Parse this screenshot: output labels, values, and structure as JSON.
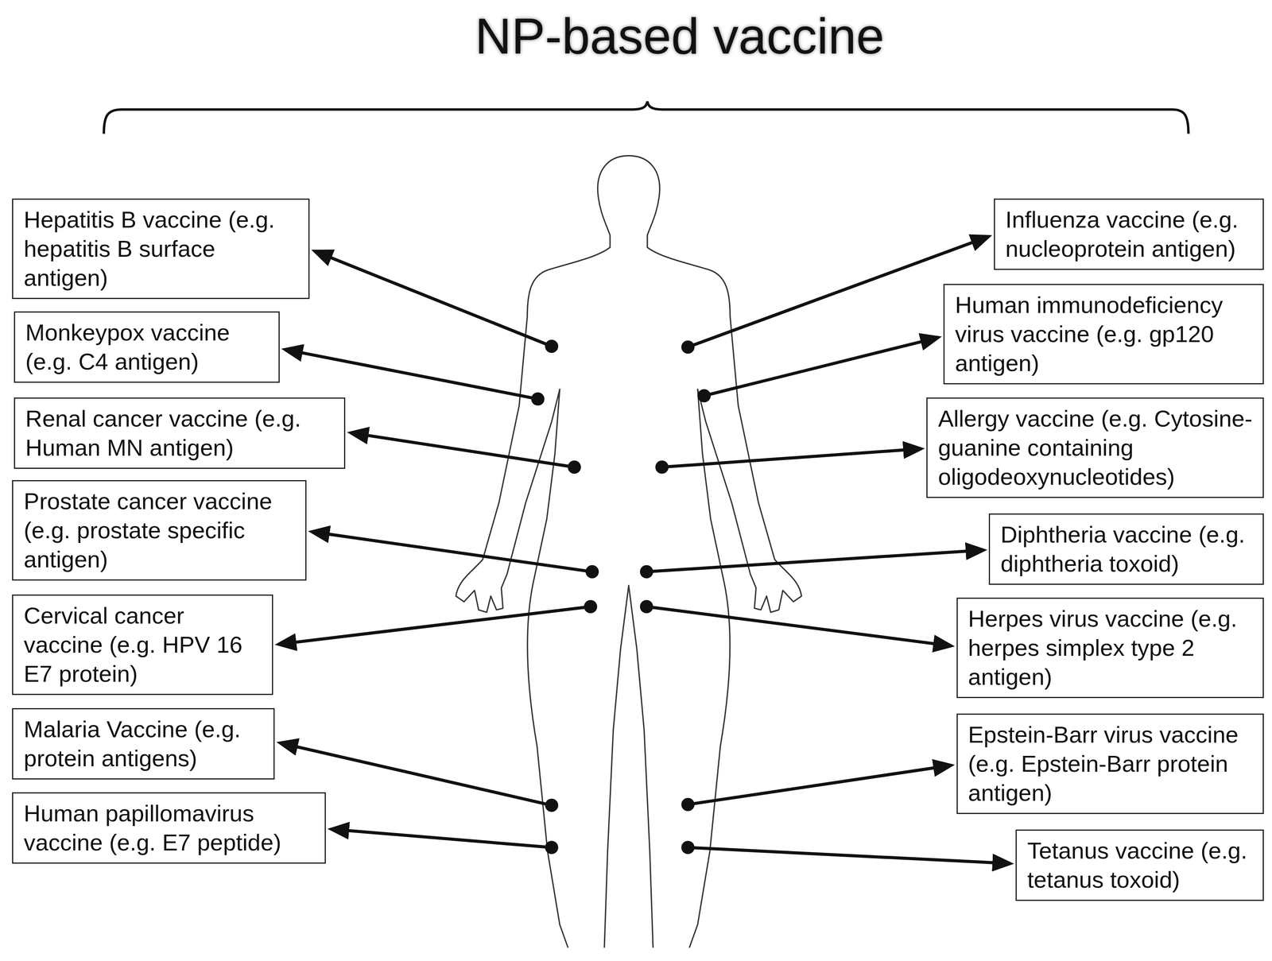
{
  "diagram": {
    "title": "NP-based vaccine",
    "nodes": [
      {
        "text": [
          "Hepatitis B vaccine (e.g. hepatitis B surface antigen)"
        ]
      },
      {
        "text": [
          "Monkeypox vaccine (e.g. C4 antigen)"
        ]
      },
      {
        "text": [
          "Renal cancer vaccine (e.g. Human MN antigen)"
        ]
      },
      {
        "text": [
          "Prostate cancer vaccine (e.g. prostate specific antigen)"
        ]
      },
      {
        "text": [
          "Cervical cancer vaccine (e.g. HPV 16 E7 protein)"
        ]
      },
      {
        "text": [
          "Malaria Vaccine (e.g. protein antigens)"
        ]
      },
      {
        "text": [
          "Human papillomavirus vaccine (e.g. E7 peptide)"
        ]
      },
      {
        "text": [
          "Influenza vaccine (e.g. nucleoprotein antigen)"
        ]
      },
      {
        "text": [
          "Human immunodeficiency virus vaccine (e.g. gp120 antigen)"
        ]
      },
      {
        "text": [
          "Allergy vaccine (e.g. Cytosine-guanine containing oligodeoxynucleotides)"
        ]
      },
      {
        "text": [
          "Diphtheria vaccine (e.g. diphtheria toxoid)"
        ]
      },
      {
        "text": [
          "Herpes virus vaccine (e.g. herpes simplex type 2 antigen)"
        ]
      },
      {
        "text": [
          "Epstein-Barr virus vaccine (e.g. Epstein-Barr protein antigen)"
        ]
      },
      {
        "text": [
          "Tetanus vaccine (e.g. tetanus toxoid)"
        ]
      }
    ]
  }
}
